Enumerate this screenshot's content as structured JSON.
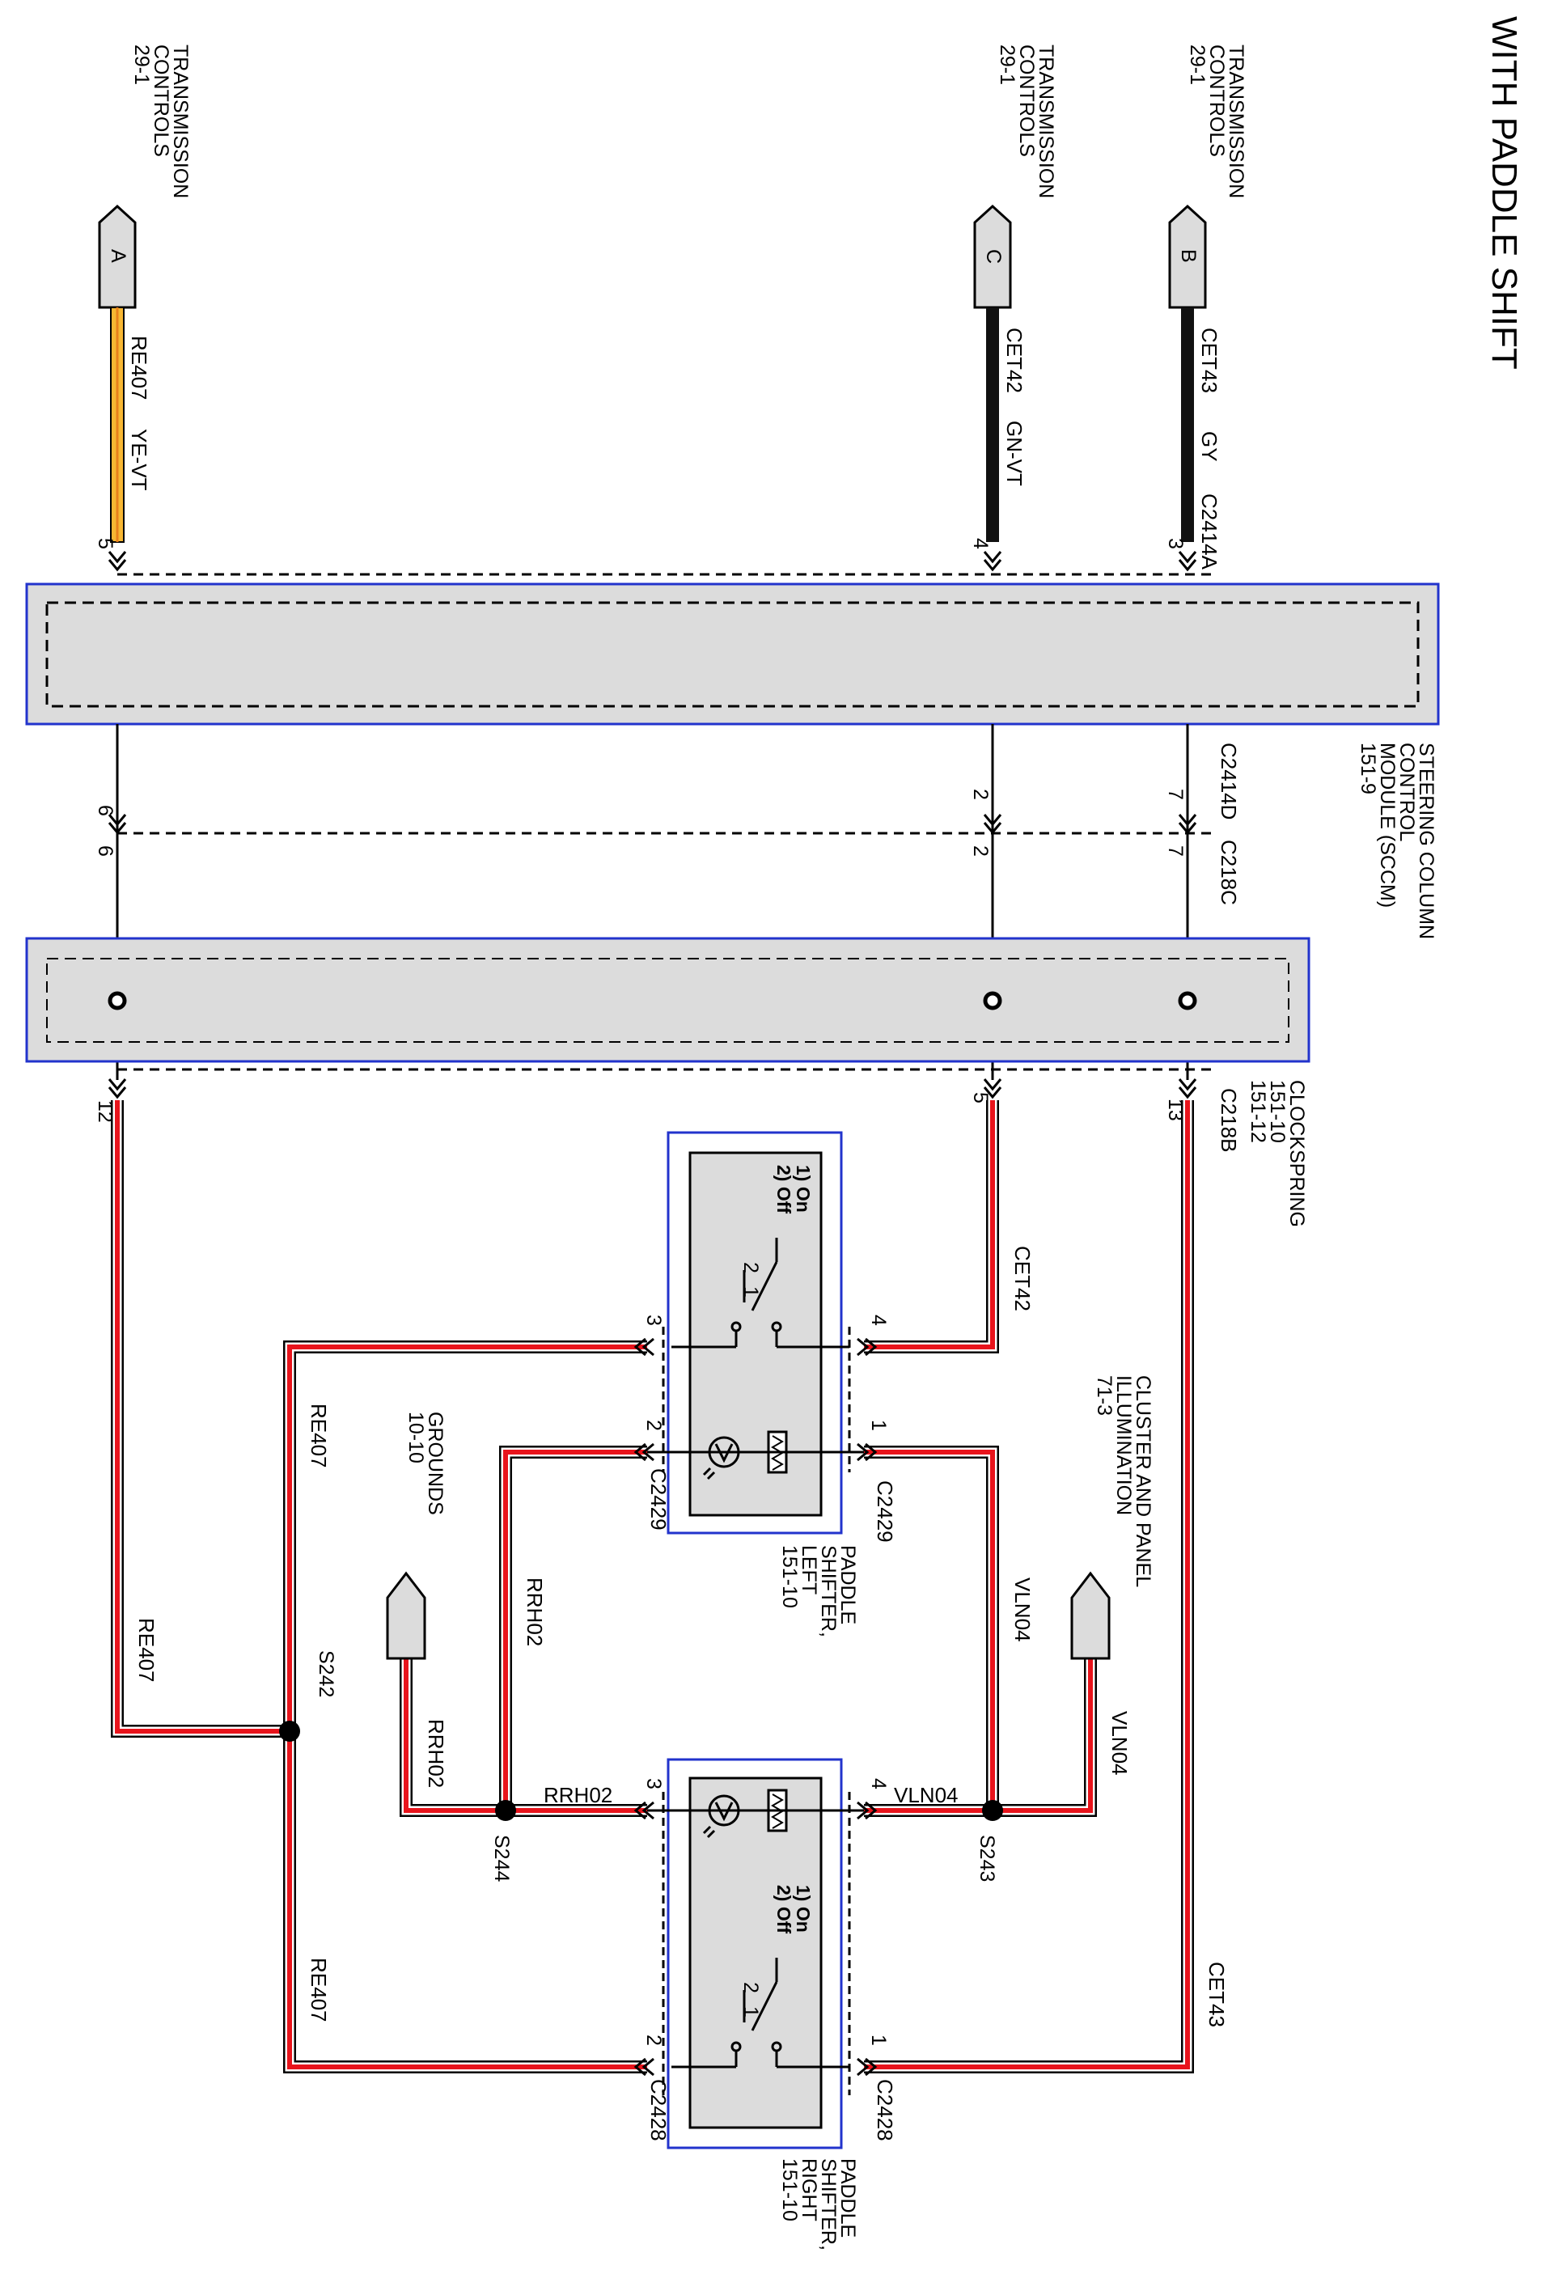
{
  "title": "WITH PADDLE SHIFT",
  "references": {
    "tc_a": [
      "TRANSMISSION",
      "CONTROLS",
      "29-1"
    ],
    "tc_c": [
      "TRANSMISSION",
      "CONTROLS",
      "29-1"
    ],
    "tc_b": [
      "TRANSMISSION",
      "CONTROLS",
      "29-1"
    ],
    "sccm": [
      "STEERING COLUMN",
      "CONTROL",
      "MODULE (SCCM)",
      "151-9"
    ],
    "clockspring": [
      "CLOCKSPRING",
      "151-10",
      "151-12"
    ],
    "cluster": [
      "CLUSTER AND PANEL",
      "ILLUMINATION",
      "71-3"
    ],
    "grounds": [
      "GROUNDS",
      "10-10"
    ],
    "paddle_left": [
      "PADDLE",
      "SHIFTER,",
      "LEFT",
      "151-10"
    ],
    "paddle_right": [
      "PADDLE",
      "SHIFTER,",
      "RIGHT",
      "151-10"
    ]
  },
  "connector_letters": {
    "a": "A",
    "c": "C",
    "b": "B"
  },
  "wires": {
    "re407_top": "RE407",
    "ye_vt": "YE-VT",
    "cet42_top": "CET42",
    "gn_vt": "GN-VT",
    "cet43_top": "CET43",
    "gy": "GY",
    "cet42_low": "CET42",
    "re407_mid": "RE407",
    "re407_left": "RE407",
    "re407_low": "RE407",
    "vln04_a": "VLN04",
    "vln04_b": "VLN04",
    "vln04_c": "VLN04",
    "rrh02_a": "RRH02",
    "rrh02_b": "RRH02",
    "rrh02_c": "RRH02",
    "cet43_low": "CET43"
  },
  "connectors": {
    "c2414a": "C2414A",
    "c2414d": "C2414D",
    "c218c": "C218C",
    "c218b": "C218B",
    "c2429_top": "C2429",
    "c2429_bottom": "C2429",
    "c2428_top": "C2428",
    "c2428_bottom": "C2428"
  },
  "pins": {
    "a_top": "5",
    "c_top": "4",
    "b_top": "3",
    "a_mid1": "6",
    "a_mid2": "6",
    "c_mid1": "2",
    "c_mid2": "2",
    "b_mid1": "7",
    "b_mid2": "7",
    "a_low": "12",
    "c_low": "5",
    "b_low": "13",
    "pl_4": "4",
    "pl_3": "3",
    "pl_1": "1",
    "pl_2": "2",
    "pr_4": "4",
    "pr_3": "3",
    "pr_1": "1",
    "pr_2": "2"
  },
  "splices": {
    "s242": "S242",
    "s243": "S243",
    "s244": "S244"
  },
  "switch": {
    "on": "1) On",
    "off": "2) Off",
    "left_c2": "2",
    "left_c1": "1",
    "right_c2": "2",
    "right_c1": "1"
  },
  "colors": {
    "module_fill": "#dcdcdc",
    "module_border": "#2233cc",
    "wire_red": "#e8141c",
    "wire_yellow": "#f7b733",
    "wire_orange": "#e8801c"
  }
}
